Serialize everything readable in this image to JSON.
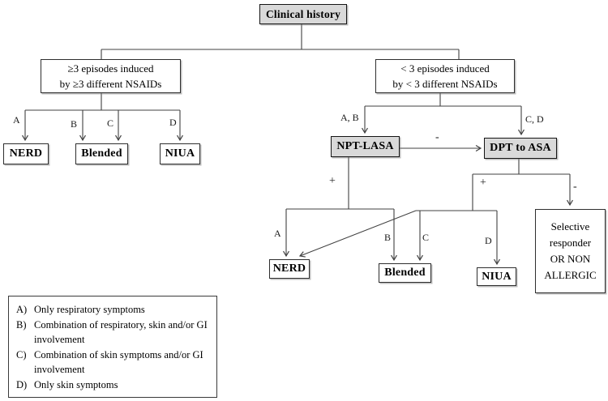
{
  "figure": {
    "background": "#ffffff",
    "box_fill_gray": "#d9d9d9",
    "line_color": "#404040"
  },
  "nodes": {
    "clinical_history": "Clinical history",
    "left_condition": {
      "line1": "≥3 episodes induced",
      "line2": "by ≥3 different  NSAIDs"
    },
    "right_condition": {
      "line1": "< 3 episodes induced",
      "line2": "by < 3 different  NSAIDs"
    },
    "nerd_left": "NERD",
    "blended_left": "Blended",
    "niua_left": "NIUA",
    "npt_lasa": "NPT-LASA",
    "dpt_to_asa": "DPT to ASA",
    "nerd_right": "NERD",
    "blended_right": "Blended",
    "niua_right": "NIUA",
    "selective_responder": {
      "line1": "Selective",
      "line2": "responder",
      "line3": "OR NON",
      "line4": "ALLERGIC"
    }
  },
  "edge_labels": {
    "left_a": "A",
    "left_b": "B",
    "left_c": "C",
    "left_d": "D",
    "ab": "A, B",
    "cd": "C, D",
    "npt_to_dpt_minus": "-",
    "npt_plus": "+",
    "dpt_plus": "+",
    "dpt_minus": "-",
    "right_a": "A",
    "right_b": "B",
    "right_c": "C",
    "right_d": "D"
  },
  "legend": {
    "items": [
      {
        "key": "A)",
        "text": "Only respiratory symptoms"
      },
      {
        "key": "B)",
        "text": "Combination of respiratory, skin and/or GI involvement"
      },
      {
        "key": "C)",
        "text": "Combination of skin symptoms and/or GI involvement"
      },
      {
        "key": "D)",
        "text": "Only skin symptoms"
      }
    ]
  }
}
